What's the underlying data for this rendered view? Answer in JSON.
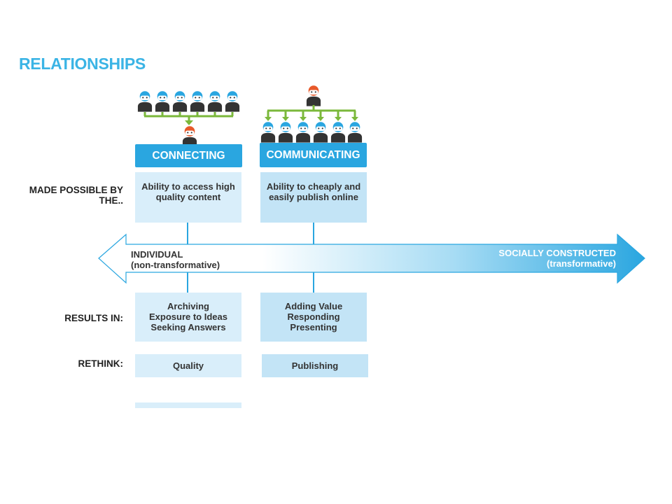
{
  "title": "RELATIONSHIPS",
  "row_labels": {
    "made_possible_by": "MADE POSSIBLE BY THE..",
    "results_in": "RESULTS IN:",
    "rethink": "RETHINK:"
  },
  "columns": [
    {
      "header": "CONNECTING",
      "made_possible": "Ability to access high quality content",
      "results": [
        "Archiving",
        "Exposure to Ideas",
        "Seeking Answers"
      ],
      "rethink": "Quality"
    },
    {
      "header": "COMMUNICATING",
      "made_possible": "Ability to cheaply and easily publish online",
      "results": [
        "Adding Value",
        "Responding",
        "Presenting"
      ],
      "rethink": "Publishing"
    }
  ],
  "spectrum": {
    "left_label": "INDIVIDUAL",
    "left_sub": "(non-transformative)",
    "right_label": "SOCIALLY CONSTRUCTED",
    "right_sub": "(transformative)"
  },
  "colors": {
    "accent": "#2aa6e0",
    "cell": "#d9eefa",
    "connector": "#7bb83b",
    "person_head": "#2aa6e0",
    "person_body": "#333333",
    "lead_person": "#e8592a"
  }
}
